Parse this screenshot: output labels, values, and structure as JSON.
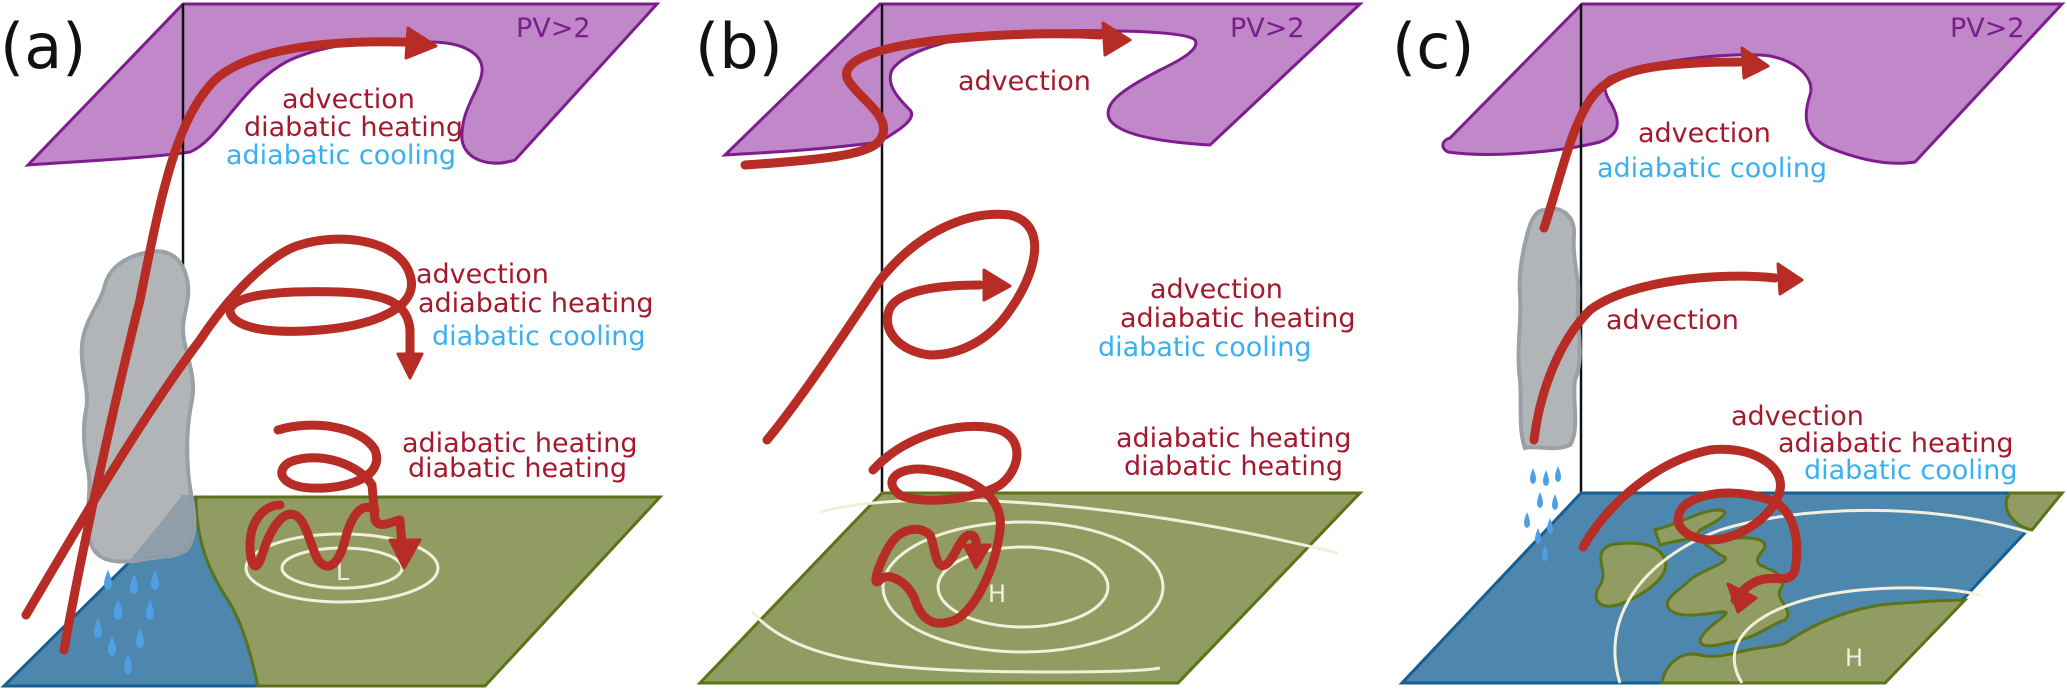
{
  "figure": {
    "description": "Three-panel schematic of air-parcel trajectories between the surface and the PV>2 tropopause surface",
    "colors": {
      "pv_surface": "#c088c8",
      "pv_outline": "#7e1e8e",
      "trajectory": "#b72c25",
      "warm_process_text": "#a3192e",
      "cool_process_text": "#3ab0f0",
      "land": "#909c62",
      "sea": "#4e87ad",
      "cloud": "#b1b5b8",
      "isobar": "#f2efdc",
      "rain": "#4f9fe6"
    },
    "panels": [
      {
        "id": "a",
        "label": "(a)",
        "pv_label": "PV>2",
        "surface": "sea and land",
        "pressure_system": "L",
        "has_cloud": true,
        "has_rain": true,
        "annotations": [
          {
            "lines": [
              {
                "text": "advection",
                "kind": "warm"
              },
              {
                "text": "diabatic heating",
                "kind": "warm"
              },
              {
                "text": "adiabatic cooling",
                "kind": "cool"
              }
            ]
          },
          {
            "lines": [
              {
                "text": "advection",
                "kind": "warm"
              },
              {
                "text": "adiabatic heating",
                "kind": "warm"
              },
              {
                "text": "diabatic cooling",
                "kind": "cool"
              }
            ]
          },
          {
            "lines": [
              {
                "text": "adiabatic heating",
                "kind": "warm"
              },
              {
                "text": "diabatic heating",
                "kind": "warm"
              }
            ]
          }
        ]
      },
      {
        "id": "b",
        "label": "(b)",
        "pv_label": "PV>2",
        "surface": "land",
        "pressure_system": "H",
        "has_cloud": false,
        "has_rain": false,
        "annotations": [
          {
            "lines": [
              {
                "text": "advection",
                "kind": "warm"
              }
            ]
          },
          {
            "lines": [
              {
                "text": "advection",
                "kind": "warm"
              },
              {
                "text": "adiabatic heating",
                "kind": "warm"
              },
              {
                "text": "diabatic cooling",
                "kind": "cool"
              }
            ]
          },
          {
            "lines": [
              {
                "text": "adiabatic heating",
                "kind": "warm"
              },
              {
                "text": "diabatic heating",
                "kind": "warm"
              }
            ]
          }
        ]
      },
      {
        "id": "c",
        "label": "(c)",
        "pv_label": "PV>2",
        "surface": "sea with landmasses",
        "pressure_system": "H",
        "has_cloud": true,
        "has_rain": true,
        "annotations": [
          {
            "lines": [
              {
                "text": "advection",
                "kind": "warm"
              },
              {
                "text": "adiabatic cooling",
                "kind": "cool"
              }
            ]
          },
          {
            "lines": [
              {
                "text": "advection",
                "kind": "warm"
              }
            ]
          },
          {
            "lines": [
              {
                "text": "advection",
                "kind": "warm"
              },
              {
                "text": "adiabatic heating",
                "kind": "warm"
              },
              {
                "text": "diabatic cooling",
                "kind": "cool"
              }
            ]
          }
        ]
      }
    ]
  }
}
